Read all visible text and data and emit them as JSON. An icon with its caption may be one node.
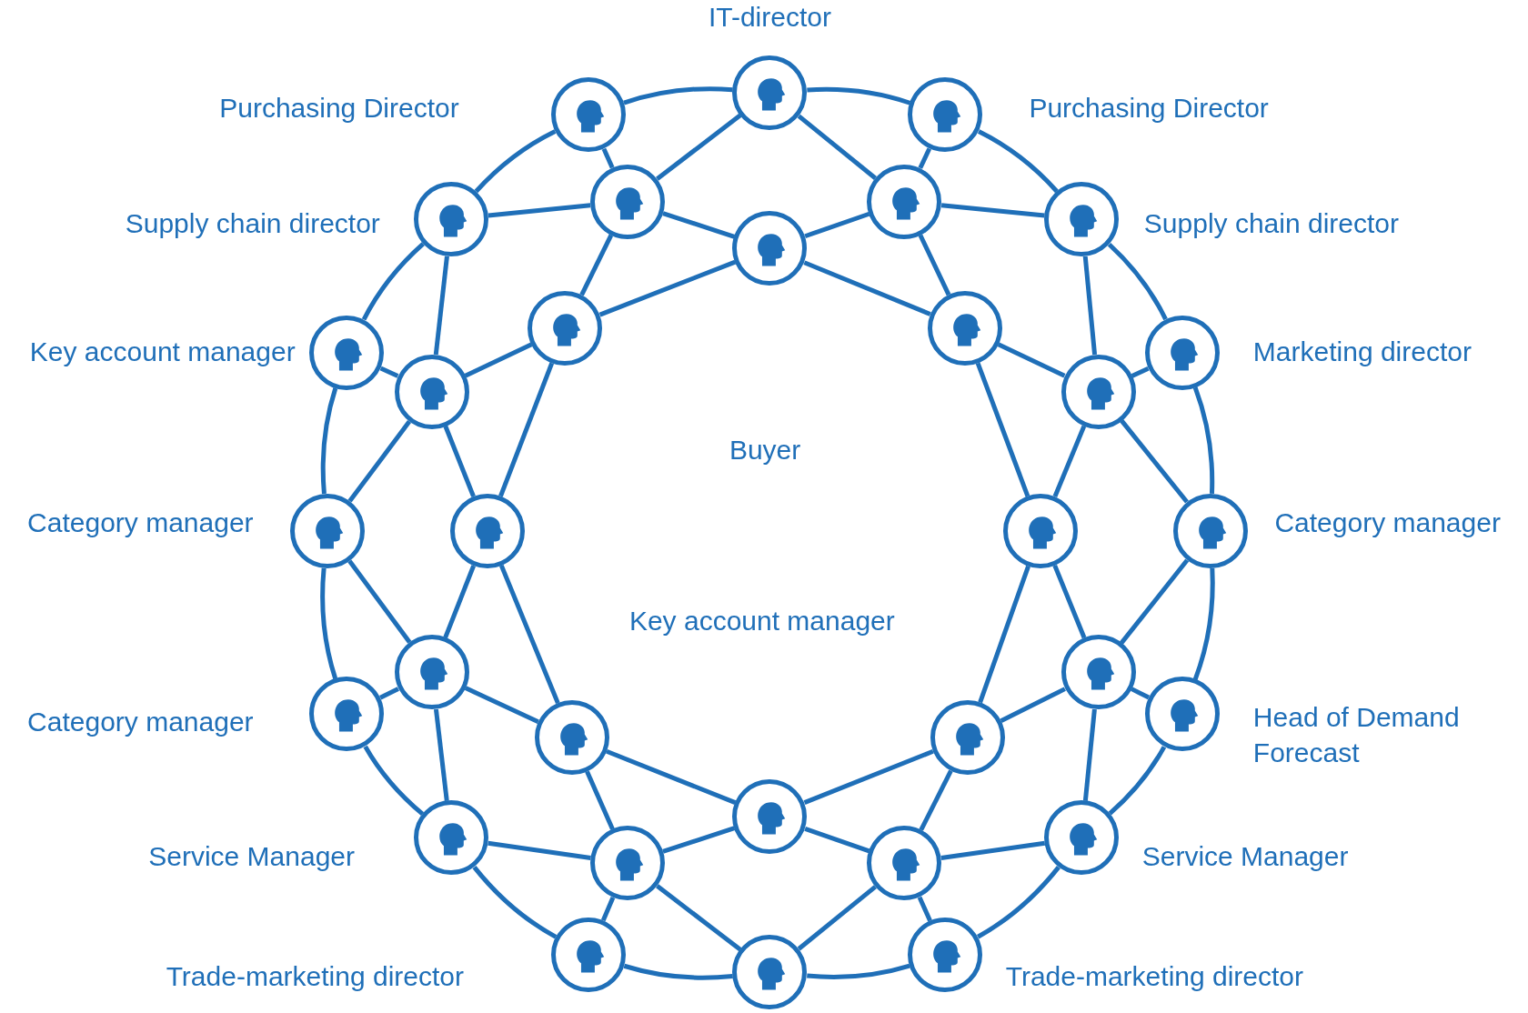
{
  "diagram": {
    "nodes": [
      {
        "text": [],
        "shape": "circle",
        "beside": [
          "IT-director"
        ]
      },
      {
        "text": [],
        "shape": "circle",
        "beside": [
          "Purchasing Director"
        ]
      },
      {
        "text": [],
        "shape": "circle",
        "beside": [
          "Purchasing Director"
        ]
      },
      {
        "text": [],
        "shape": "circle"
      },
      {
        "text": [],
        "shape": "circle"
      },
      {
        "text": [],
        "shape": "circle",
        "beside": [
          "Supply chain director"
        ]
      },
      {
        "text": [],
        "shape": "circle",
        "beside": [
          "Supply chain director"
        ]
      },
      {
        "text": [],
        "shape": "circle"
      },
      {
        "text": [],
        "shape": "circle"
      },
      {
        "text": [],
        "shape": "circle"
      },
      {
        "text": [],
        "shape": "circle",
        "beside": [
          "Key account manager"
        ]
      },
      {
        "text": [],
        "shape": "circle",
        "beside": [
          "Marketing director"
        ]
      },
      {
        "text": [],
        "shape": "circle"
      },
      {
        "text": [],
        "shape": "circle"
      },
      {
        "text": [],
        "shape": "circle",
        "beside": [
          "Category manager"
        ]
      },
      {
        "text": [],
        "shape": "circle"
      },
      {
        "text": [],
        "shape": "circle"
      },
      {
        "text": [],
        "shape": "circle",
        "beside": [
          "Category manager"
        ]
      },
      {
        "text": [],
        "shape": "circle"
      },
      {
        "text": [],
        "shape": "circle"
      },
      {
        "text": [],
        "shape": "circle",
        "beside": [
          "Category manager"
        ]
      },
      {
        "text": [],
        "shape": "circle",
        "beside": [
          "Head of Demand Forecast"
        ]
      },
      {
        "text": [],
        "shape": "circle"
      },
      {
        "text": [],
        "shape": "circle"
      },
      {
        "text": [],
        "shape": "circle"
      },
      {
        "text": [],
        "shape": "circle",
        "beside": [
          "Service Manager"
        ]
      },
      {
        "text": [],
        "shape": "circle",
        "beside": [
          "Service Manager"
        ]
      },
      {
        "text": [],
        "shape": "circle"
      },
      {
        "text": [],
        "shape": "circle"
      },
      {
        "text": [],
        "shape": "circle",
        "beside": [
          "Trade-marketing director"
        ]
      },
      {
        "text": [],
        "shape": "circle",
        "beside": [
          "Trade-marketing director"
        ]
      },
      {
        "text": [],
        "shape": "circle"
      }
    ],
    "edges": [
      {
        "from": 0,
        "to": 2,
        "arrow": "none"
      },
      {
        "from": 2,
        "to": 6,
        "arrow": "none"
      },
      {
        "from": 6,
        "to": 11,
        "arrow": "none"
      },
      {
        "from": 11,
        "to": 17,
        "arrow": "none"
      },
      {
        "from": 17,
        "to": 21,
        "arrow": "none"
      },
      {
        "from": 21,
        "to": 26,
        "arrow": "none"
      },
      {
        "from": 26,
        "to": 30,
        "arrow": "none"
      },
      {
        "from": 30,
        "to": 31,
        "arrow": "none"
      },
      {
        "from": 31,
        "to": 29,
        "arrow": "none"
      },
      {
        "from": 29,
        "to": 25,
        "arrow": "none"
      },
      {
        "from": 25,
        "to": 20,
        "arrow": "none"
      },
      {
        "from": 20,
        "to": 14,
        "arrow": "none"
      },
      {
        "from": 14,
        "to": 10,
        "arrow": "none"
      },
      {
        "from": 10,
        "to": 5,
        "arrow": "none"
      },
      {
        "from": 5,
        "to": 1,
        "arrow": "none"
      },
      {
        "from": 1,
        "to": 0,
        "arrow": "none"
      },
      {
        "from": 0,
        "to": 3,
        "arrow": "none"
      },
      {
        "from": 0,
        "to": 4,
        "arrow": "none"
      },
      {
        "from": 1,
        "to": 3,
        "arrow": "none"
      },
      {
        "from": 2,
        "to": 4,
        "arrow": "none"
      },
      {
        "from": 5,
        "to": 3,
        "arrow": "none"
      },
      {
        "from": 6,
        "to": 4,
        "arrow": "none"
      },
      {
        "from": 3,
        "to": 7,
        "arrow": "none"
      },
      {
        "from": 4,
        "to": 7,
        "arrow": "none"
      },
      {
        "from": 3,
        "to": 8,
        "arrow": "none"
      },
      {
        "from": 4,
        "to": 9,
        "arrow": "none"
      },
      {
        "from": 5,
        "to": 12,
        "arrow": "none"
      },
      {
        "from": 6,
        "to": 13,
        "arrow": "none"
      },
      {
        "from": 10,
        "to": 12,
        "arrow": "none"
      },
      {
        "from": 11,
        "to": 13,
        "arrow": "none"
      },
      {
        "from": 12,
        "to": 8,
        "arrow": "none"
      },
      {
        "from": 13,
        "to": 9,
        "arrow": "none"
      },
      {
        "from": 7,
        "to": 8,
        "arrow": "none"
      },
      {
        "from": 7,
        "to": 9,
        "arrow": "none"
      },
      {
        "from": 8,
        "to": 15,
        "arrow": "none"
      },
      {
        "from": 9,
        "to": 16,
        "arrow": "none"
      },
      {
        "from": 12,
        "to": 14,
        "arrow": "none"
      },
      {
        "from": 13,
        "to": 17,
        "arrow": "none"
      },
      {
        "from": 12,
        "to": 15,
        "arrow": "none"
      },
      {
        "from": 13,
        "to": 16,
        "arrow": "none"
      },
      {
        "from": 14,
        "to": 18,
        "arrow": "none"
      },
      {
        "from": 17,
        "to": 19,
        "arrow": "none"
      },
      {
        "from": 15,
        "to": 18,
        "arrow": "none"
      },
      {
        "from": 16,
        "to": 19,
        "arrow": "none"
      },
      {
        "from": 15,
        "to": 22,
        "arrow": "none"
      },
      {
        "from": 16,
        "to": 23,
        "arrow": "none"
      },
      {
        "from": 20,
        "to": 18,
        "arrow": "none"
      },
      {
        "from": 21,
        "to": 19,
        "arrow": "none"
      },
      {
        "from": 18,
        "to": 22,
        "arrow": "none"
      },
      {
        "from": 19,
        "to": 23,
        "arrow": "none"
      },
      {
        "from": 18,
        "to": 25,
        "arrow": "none"
      },
      {
        "from": 19,
        "to": 26,
        "arrow": "none"
      },
      {
        "from": 22,
        "to": 24,
        "arrow": "none"
      },
      {
        "from": 23,
        "to": 24,
        "arrow": "none"
      },
      {
        "from": 22,
        "to": 27,
        "arrow": "none"
      },
      {
        "from": 23,
        "to": 28,
        "arrow": "none"
      },
      {
        "from": 24,
        "to": 27,
        "arrow": "none"
      },
      {
        "from": 24,
        "to": 28,
        "arrow": "none"
      },
      {
        "from": 25,
        "to": 27,
        "arrow": "none"
      },
      {
        "from": 26,
        "to": 28,
        "arrow": "none"
      },
      {
        "from": 27,
        "to": 29,
        "arrow": "none"
      },
      {
        "from": 28,
        "to": 30,
        "arrow": "none"
      },
      {
        "from": 27,
        "to": 31,
        "arrow": "none"
      },
      {
        "from": 28,
        "to": 31,
        "arrow": "none"
      }
    ],
    "labels": [
      "Buyer",
      "Key account manager"
    ]
  }
}
